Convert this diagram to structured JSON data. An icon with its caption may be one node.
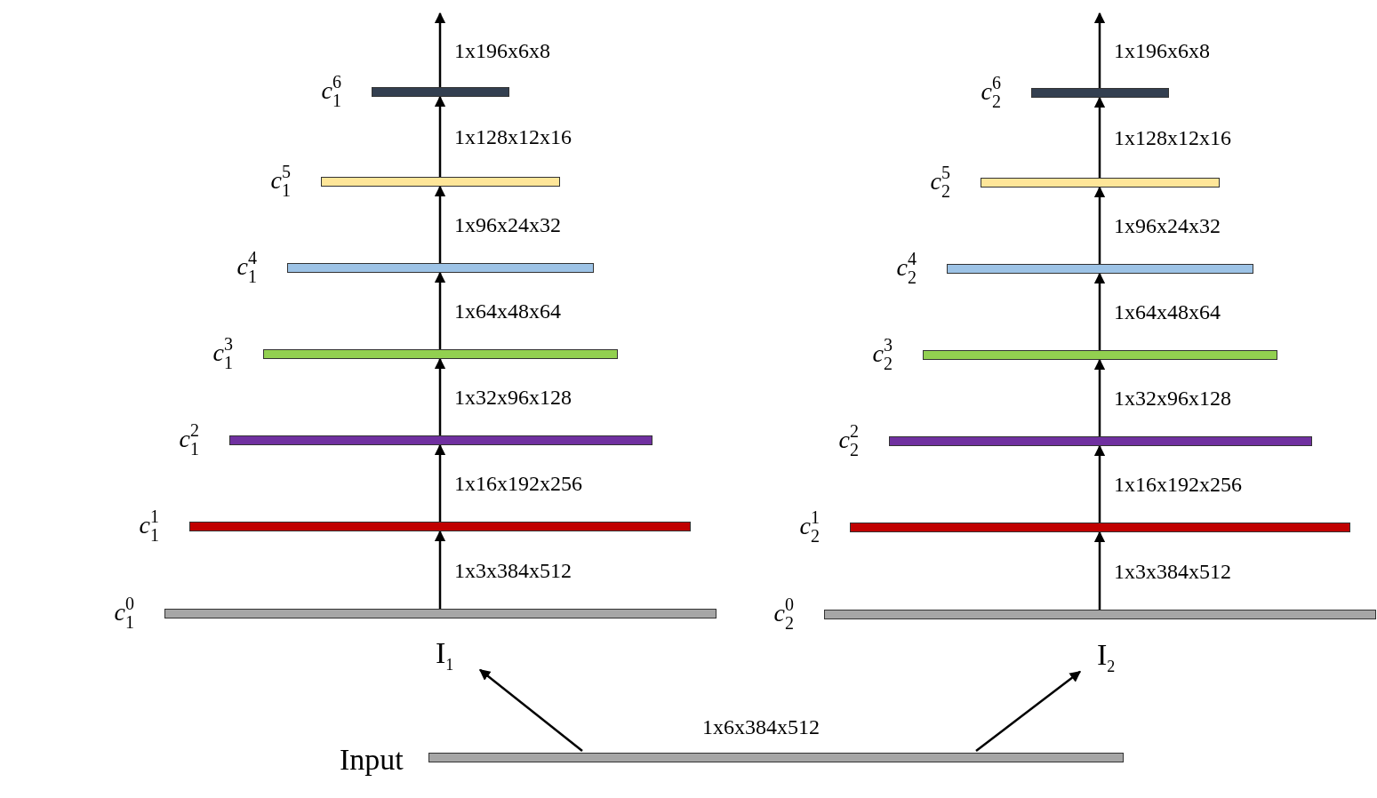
{
  "diagram": {
    "nodes": [
      {
        "text": [],
        "shape": "bar",
        "beside": [
          "*c*$_{1}$$^{0}$"
        ]
      },
      {
        "text": [],
        "shape": "bar",
        "beside": [
          "*c*$_{1}$$^{1}$"
        ]
      },
      {
        "text": [],
        "shape": "bar",
        "beside": [
          "*c*$_{1}$$^{2}$"
        ]
      },
      {
        "text": [],
        "shape": "bar",
        "beside": [
          "*c*$_{1}$$^{3}$"
        ]
      },
      {
        "text": [],
        "shape": "bar",
        "beside": [
          "*c*$_{1}$$^{4}$"
        ]
      },
      {
        "text": [],
        "shape": "bar",
        "beside": [
          "*c*$_{1}$$^{5}$"
        ]
      },
      {
        "text": [],
        "shape": "bar",
        "beside": [
          "*c*$_{1}$$^{6}$"
        ]
      },
      {
        "text": [],
        "shape": "bar",
        "beside": [
          "*c*$_{2}$$^{0}$"
        ]
      },
      {
        "text": [],
        "shape": "bar",
        "beside": [
          "*c*$_{2}$$^{1}$"
        ]
      },
      {
        "text": [],
        "shape": "bar",
        "beside": [
          "*c*$_{2}$$^{2}$"
        ]
      },
      {
        "text": [],
        "shape": "bar",
        "beside": [
          "*c*$_{2}$$^{3}$"
        ]
      },
      {
        "text": [],
        "shape": "bar",
        "beside": [
          "*c*$_{2}$$^{4}$"
        ]
      },
      {
        "text": [],
        "shape": "bar",
        "beside": [
          "*c*$_{2}$$^{5}$"
        ]
      },
      {
        "text": [],
        "shape": "bar",
        "beside": [
          "*c*$_{2}$$^{6}$"
        ]
      },
      {
        "text": [
          "I$_{1}$"
        ]
      },
      {
        "text": [
          "I$_{2}$"
        ]
      },
      {
        "text": [],
        "shape": "bar",
        "beside": [
          "Input",
          "1x6x384x512"
        ]
      }
    ],
    "edges": [
      {
        "from": 0,
        "to": 1,
        "arrow": "to",
        "label": "1x3x384x512"
      },
      {
        "from": 1,
        "to": 2,
        "arrow": "to",
        "label": "1x16x192x256"
      },
      {
        "from": 2,
        "to": 3,
        "arrow": "to",
        "label": "1x32x96x128"
      },
      {
        "from": 3,
        "to": 4,
        "arrow": "to",
        "label": "1x64x48x64"
      },
      {
        "from": 4,
        "to": 5,
        "arrow": "to",
        "label": "1x96x24x32"
      },
      {
        "from": 5,
        "to": 6,
        "arrow": "to",
        "label": "1x128x12x16"
      },
      {
        "from": 6,
        "to": null,
        "arrow": "to",
        "label": "1x196x6x8"
      },
      {
        "from": 7,
        "to": 8,
        "arrow": "to",
        "label": "1x3x384x512"
      },
      {
        "from": 8,
        "to": 9,
        "arrow": "to",
        "label": "1x16x192x256"
      },
      {
        "from": 9,
        "to": 10,
        "arrow": "to",
        "label": "1x32x96x128"
      },
      {
        "from": 10,
        "to": 11,
        "arrow": "to",
        "label": "1x64x48x64"
      },
      {
        "from": 11,
        "to": 12,
        "arrow": "to",
        "label": "1x96x24x32"
      },
      {
        "from": 12,
        "to": 13,
        "arrow": "to",
        "label": "1x128x12x16"
      },
      {
        "from": 13,
        "to": null,
        "arrow": "to",
        "label": "1x196x6x8"
      },
      {
        "from": 16,
        "to": 14,
        "arrow": "to"
      },
      {
        "from": 16,
        "to": 15,
        "arrow": "to"
      }
    ]
  }
}
